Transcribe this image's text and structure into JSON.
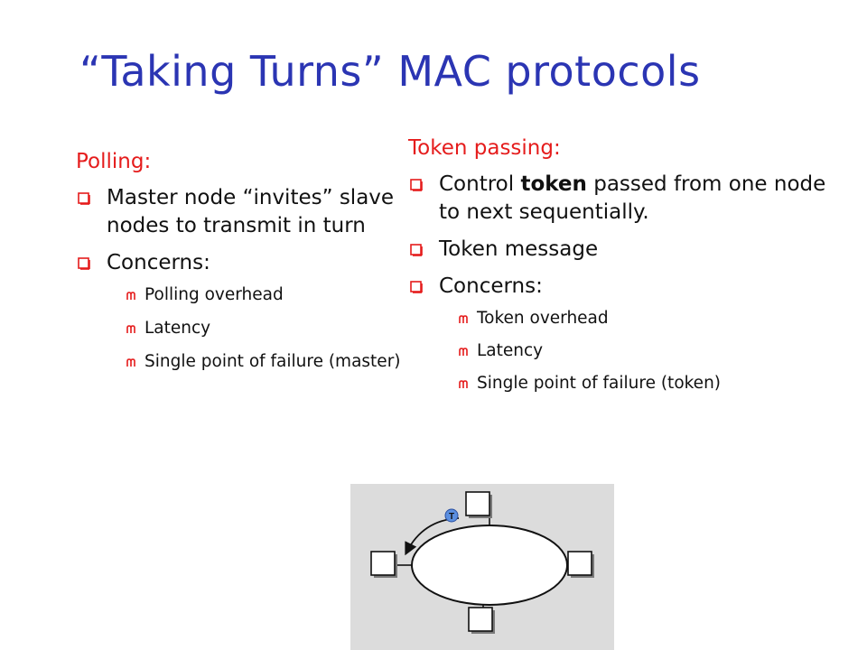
{
  "slide": {
    "title": "“Taking Turns” MAC protocols"
  },
  "polling": {
    "heading": "Polling:",
    "bullets": [
      "Master node “invites” slave nodes to transmit in turn",
      "Concerns:"
    ],
    "concerns": [
      "Polling overhead",
      "Latency",
      "Single point of failure (master)"
    ]
  },
  "token_passing": {
    "heading": "Token passing:",
    "bullet1_pre": "Control ",
    "bullet1_bold": "token",
    "bullet1_post": " passed from one node to next sequentially.",
    "bullets": [
      "Token message",
      "Concerns:"
    ],
    "concerns": [
      "Token overhead",
      "Latency",
      "Single point of failure (token)"
    ]
  },
  "diagram": {
    "token_label": "T"
  },
  "colors": {
    "title": "#2b35b3",
    "heading": "#e51c1c",
    "bullet": "#e51c1c",
    "diagram_bg": "#dcdcdc",
    "token": "#5b8fe0"
  }
}
